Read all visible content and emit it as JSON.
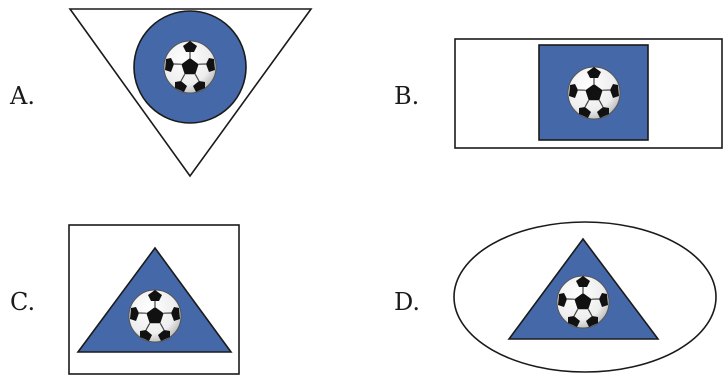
{
  "options": [
    {
      "letter": "A.",
      "outer_shape": "inverted-triangle",
      "inner_shape": "circle",
      "object": "soccer-ball-icon"
    },
    {
      "letter": "B.",
      "outer_shape": "rectangle",
      "inner_shape": "square",
      "object": "soccer-ball-icon"
    },
    {
      "letter": "C.",
      "outer_shape": "square",
      "inner_shape": "triangle",
      "object": "soccer-ball-icon"
    },
    {
      "letter": "D.",
      "outer_shape": "ellipse",
      "inner_shape": "triangle",
      "object": "soccer-ball-icon"
    }
  ],
  "colors": {
    "inner_fill": "#4468a8",
    "outline": "#1a1a1a",
    "background": "#ffffff"
  }
}
